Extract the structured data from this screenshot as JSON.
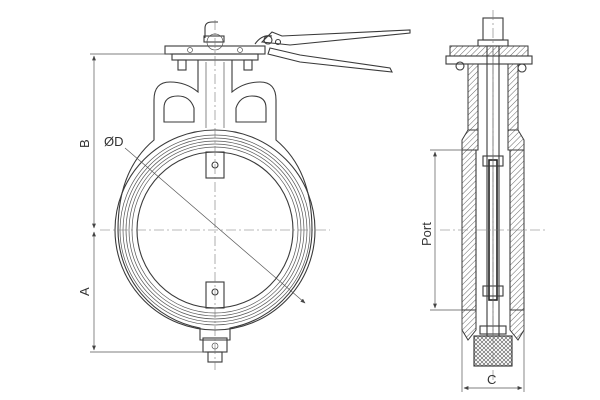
{
  "labels": {
    "a": "A",
    "b": "B",
    "d": "ØD",
    "port": "Port",
    "c": "C"
  },
  "colors": {
    "line": "#3a3a3a",
    "background": "#ffffff"
  }
}
